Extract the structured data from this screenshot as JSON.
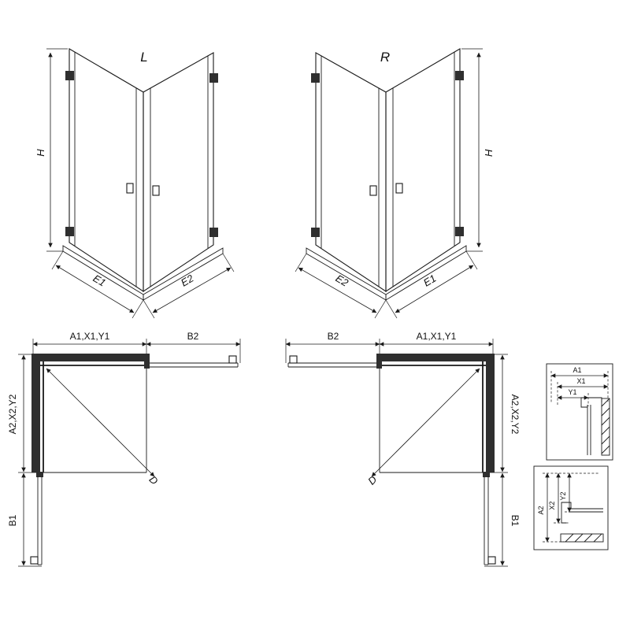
{
  "colors": {
    "line": "#1a1a1a",
    "wall_fill": "#2f2f2f",
    "text": "#111111",
    "background": "#ffffff"
  },
  "views": {
    "front_left": {
      "label": "L",
      "height_dim": "H",
      "bottom_left_dim": "E1",
      "bottom_right_dim": "E2"
    },
    "front_right": {
      "label": "R",
      "height_dim": "H",
      "bottom_left_dim": "E2",
      "bottom_right_dim": "E1"
    },
    "plan_left": {
      "top_left_dim": "A1,X1,Y1",
      "top_right_dim": "B2",
      "side_upper_dim": "A2,X2,Y2",
      "side_lower_dim": "B1",
      "diagonal_dim": "D"
    },
    "plan_right": {
      "top_left_dim": "B2",
      "top_right_dim": "A1,X1,Y1",
      "side_upper_dim": "A2,X2,Y2",
      "side_lower_dim": "B1",
      "diagonal_dim": "D"
    },
    "detail_horizontal": {
      "dims": [
        "A1",
        "X1",
        "Y1"
      ]
    },
    "detail_vertical": {
      "dims": [
        "A2",
        "X2",
        "Y2"
      ]
    }
  }
}
